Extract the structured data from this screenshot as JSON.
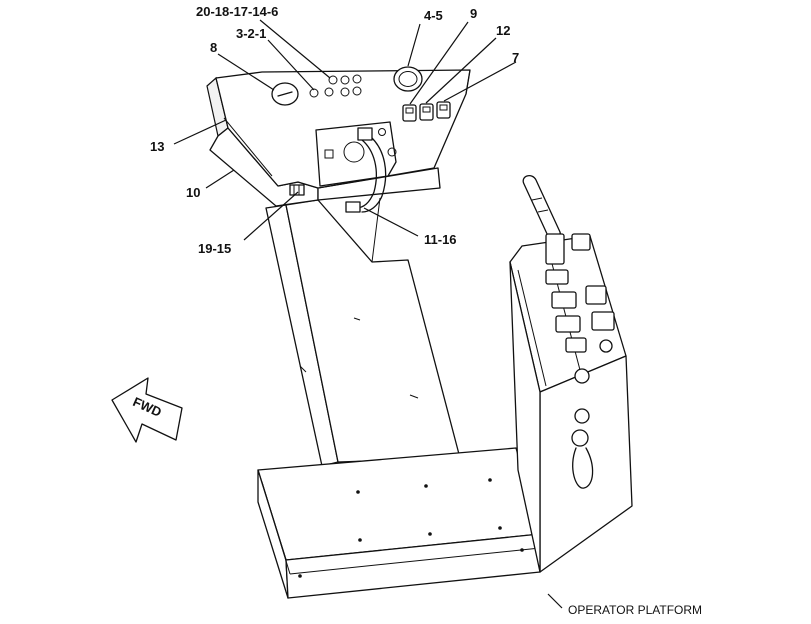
{
  "callouts": {
    "c_20_18_17_14_6": "20-18-17-14-6",
    "c_3_2_1": "3-2-1",
    "c_8": "8",
    "c_4_5": "4-5",
    "c_9": "9",
    "c_12": "12",
    "c_7": "7",
    "c_13": "13",
    "c_10": "10",
    "c_19_15": "19-15",
    "c_11_16": "11-16"
  },
  "direction_arrow": {
    "label": "FWD"
  },
  "platform_label": "OPERATOR PLATFORM"
}
